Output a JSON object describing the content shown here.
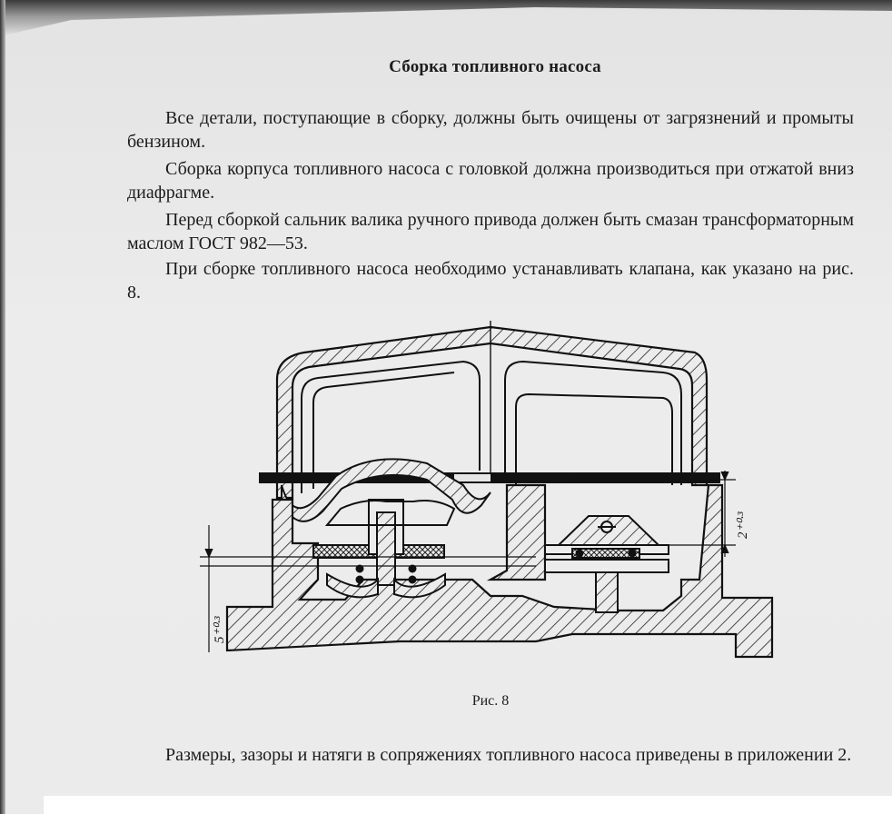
{
  "page": {
    "title": "Сборка топливного насоса",
    "paragraphs": [
      "Все детали, поступающие в сборку, должны быть очищены от загрязнений и промыты бензином.",
      "Сборка корпуса топливного насоса с головкой должна производиться при отжатой вниз диафрагме.",
      "Перед сборкой сальник валика ручного привода должен быть смазан трансформаторным маслом ГОСТ 982—53.",
      "При сборке топливного насоса необходимо устанавливать клапана, как указано на рис. 8."
    ],
    "figure": {
      "caption": "Рис. 8",
      "dim_left": "5⁺⁰·³",
      "dim_right": "2⁺⁰·³"
    },
    "footer_paragraph": "Размеры, зазоры и натяги в сопряжениях топливного насоса приведены в приложении 2."
  }
}
